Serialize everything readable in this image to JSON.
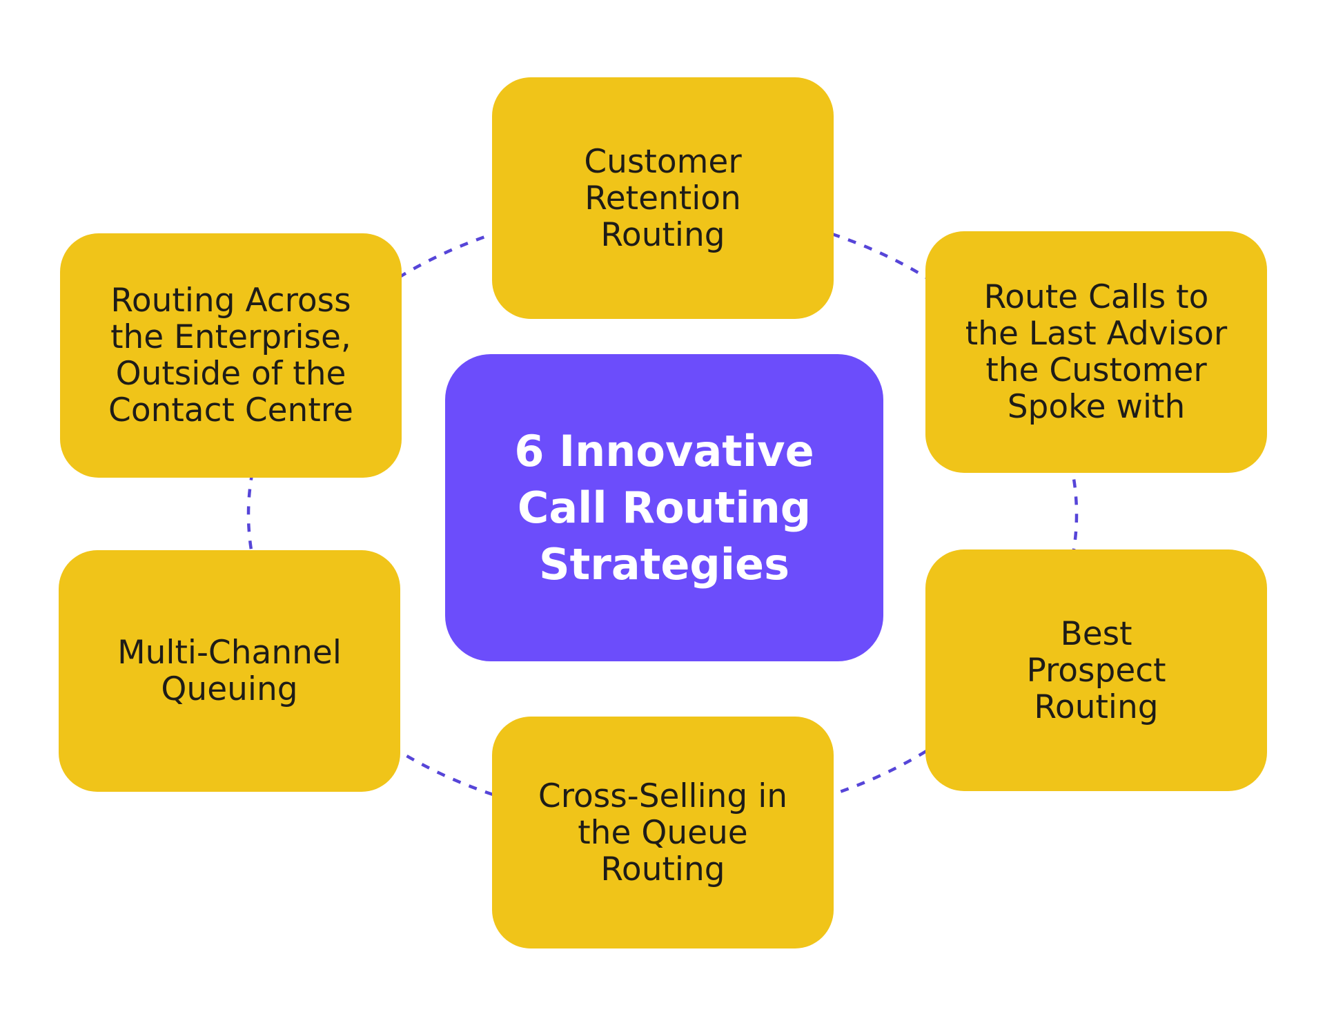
{
  "title": {
    "lines": [
      "6 Innovative",
      "Call Routing",
      "Strategies"
    ]
  },
  "nodes": [
    {
      "id": "customer-retention-routing",
      "lines": [
        "Customer",
        "Retention",
        "Routing"
      ]
    },
    {
      "id": "route-calls-to-last-advisor",
      "lines": [
        "Route Calls to",
        "the Last Advisor",
        "the Customer",
        "Spoke with"
      ]
    },
    {
      "id": "best-prospect-routing",
      "lines": [
        "Best",
        "Prospect",
        "Routing"
      ]
    },
    {
      "id": "cross-selling-in-queue-routing",
      "lines": [
        "Cross-Selling in",
        "the Queue",
        "Routing"
      ]
    },
    {
      "id": "multi-channel-queuing",
      "lines": [
        "Multi-Channel",
        "Queuing"
      ]
    },
    {
      "id": "routing-across-enterprise",
      "lines": [
        "Routing Across",
        "the Enterprise,",
        "Outside of the",
        "Contact Centre"
      ]
    }
  ],
  "colors": {
    "background": "#FFFFFF",
    "node_fill": "#F0C419",
    "node_text": "#1E1C18",
    "center_fill": "#6C4DFB",
    "center_text": "#FFFFFF",
    "connector": "#5645D8"
  }
}
